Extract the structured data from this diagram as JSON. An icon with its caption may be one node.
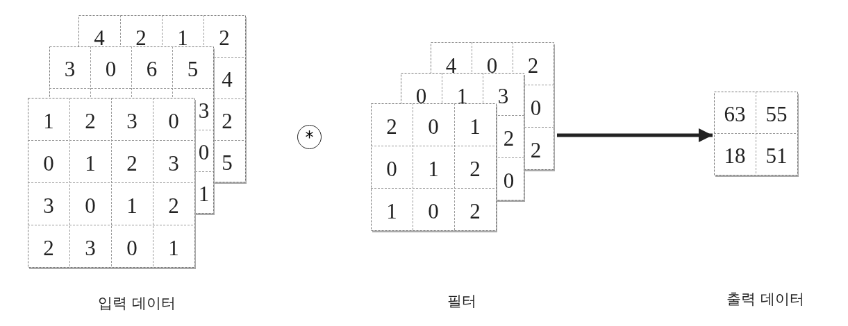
{
  "diagram": {
    "nodes": [
      {
        "text": [
          "4",
          "2",
          "1",
          "2",
          "4",
          "2",
          "5",
          "3",
          "0",
          "6",
          "5",
          "3",
          "0",
          "1",
          "1",
          "2",
          "3",
          "0",
          "0",
          "1",
          "2",
          "3",
          "3",
          "0",
          "1",
          "2",
          "2",
          "3",
          "0",
          "1"
        ]
      },
      {
        "text": [
          "*"
        ]
      },
      {
        "text": [
          "4",
          "0",
          "2",
          "0",
          "2",
          "0",
          "1",
          "3",
          "2",
          "0",
          "2",
          "0",
          "1",
          "0",
          "1",
          "2",
          "1",
          "0",
          "2"
        ]
      },
      {
        "text": [
          "63",
          "55",
          "18",
          "51"
        ]
      }
    ],
    "edges": [
      {
        "from": 2,
        "to": 3,
        "arrow": "to"
      }
    ],
    "labels": [
      "입력 데이터",
      "필터",
      "출력 데이터"
    ]
  }
}
